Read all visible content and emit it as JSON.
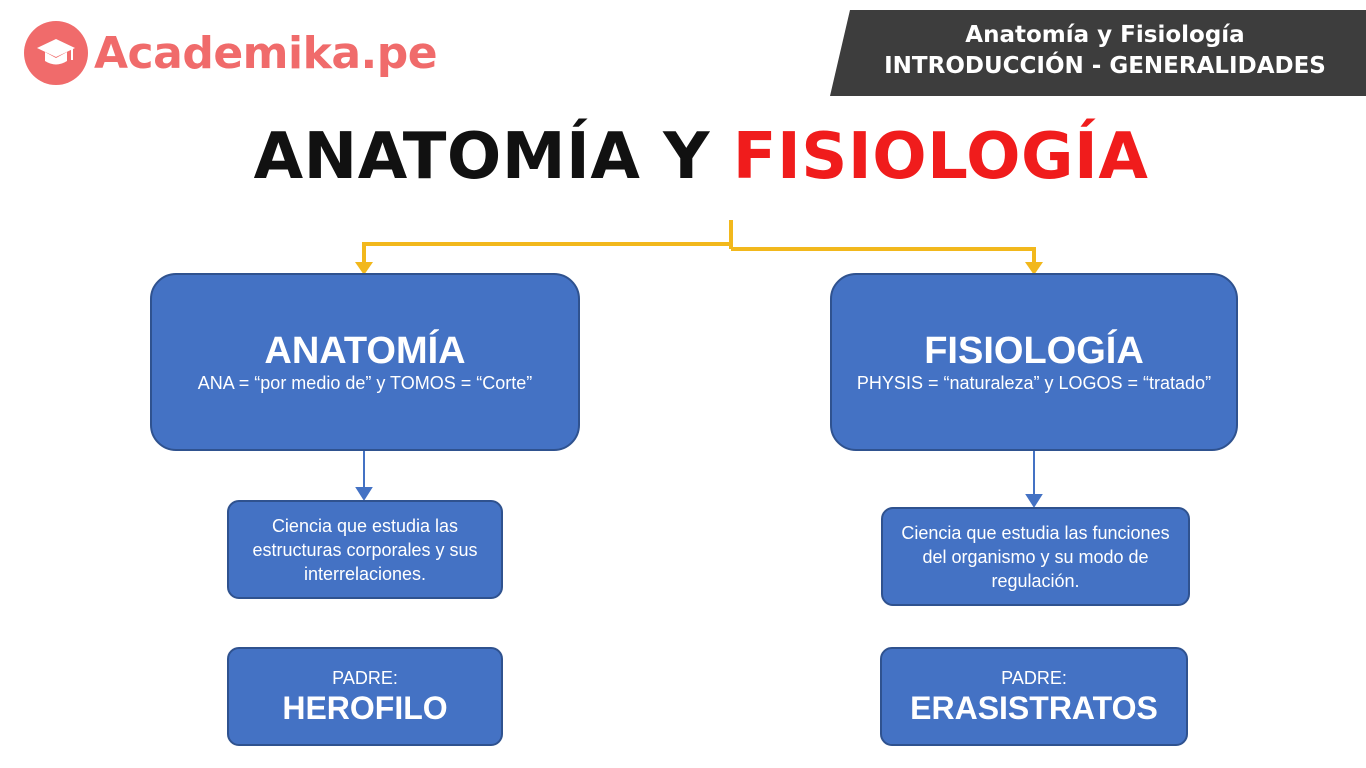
{
  "brand": {
    "name": "Academika.pe",
    "color": "#f06b6b",
    "icon": "graduation-cap-icon"
  },
  "header": {
    "line1": "Anatomía y Fisiología",
    "line2": "INTRODUCCIÓN - GENERALIDADES"
  },
  "title": {
    "part1": "ANATOMÍA Y",
    "part2": "FISIOLOGÍA"
  },
  "colors": {
    "box_fill": "#4472c4",
    "box_border": "#2f528f",
    "connector": "#f2b81c",
    "arrow": "#4472c4",
    "title_red": "#f01c1c"
  },
  "anatomia": {
    "title": "ANATOMÍA",
    "etymology": "ANA = “por medio de” y TOMOS = “Corte”",
    "definition": "Ciencia que estudia las estructuras corporales y sus interrelaciones.",
    "padre_label": "PADRE:",
    "padre_name": "HEROFILO"
  },
  "fisiologia": {
    "title": "FISIOLOGÍA",
    "etymology": "PHYSIS = “naturaleza” y LOGOS = “tratado”",
    "definition": "Ciencia que estudia las funciones del organismo y su modo de regulación.",
    "padre_label": "PADRE:",
    "padre_name": "ERASISTRATOS"
  }
}
